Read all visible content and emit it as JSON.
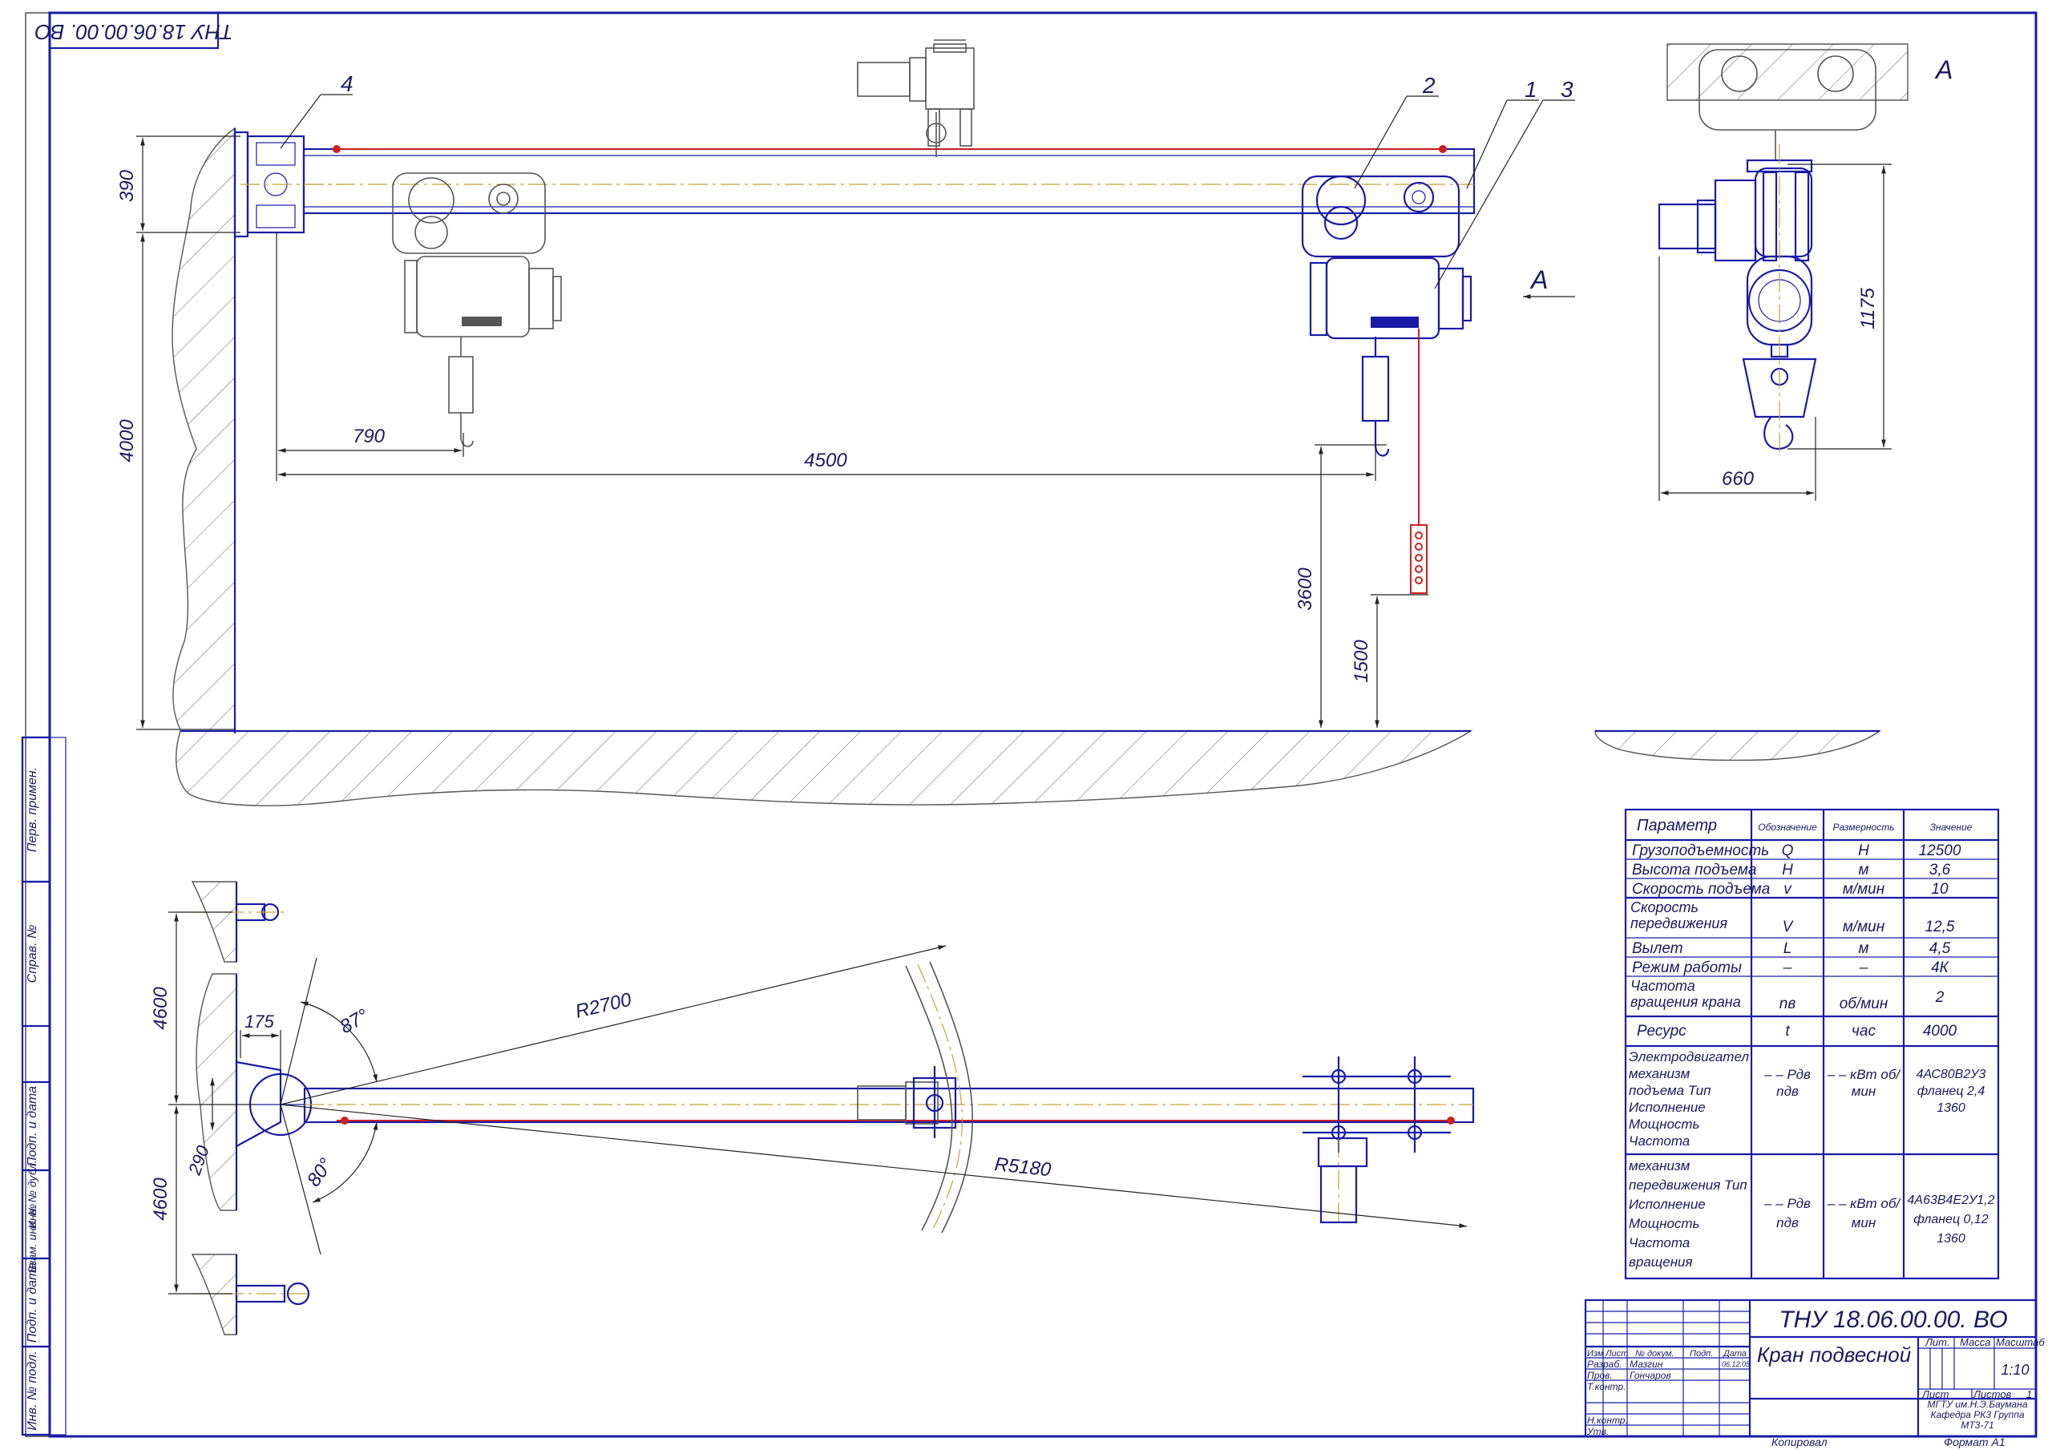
{
  "doc_code_rotated": "ТНУ 18.06.00.00. ВО",
  "callouts": [
    "1",
    "2",
    "3",
    "4"
  ],
  "section_letter": "А",
  "dimensions": {
    "d390": "390",
    "d4000": "4000",
    "d790": "790",
    "d4500": "4500",
    "d3600": "3600",
    "d1500": "1500",
    "d1175": "1175",
    "d660": "660",
    "d4600_top": "4600",
    "d4600_bottom": "4600",
    "d175": "175",
    "d290": "290",
    "r2700": "R2700",
    "r5180": "R5180",
    "a87": "87°",
    "a80": "80°"
  },
  "side_stamps": [
    "Перв. примен.",
    "Справ. №",
    "Подп. и дата",
    "Инв. № дубл.",
    "Взам. инв. №",
    "Подп. и дата",
    "Инв. № подл."
  ],
  "spec_table": {
    "headers": [
      "Параметр",
      "Обозначение",
      "Размерность",
      "Значение"
    ],
    "rows": [
      [
        "Грузоподъемность",
        "Q",
        "Н",
        "12500"
      ],
      [
        "Высота подъема",
        "Н",
        "м",
        "3,6"
      ],
      [
        "Скорость подъема",
        "v",
        "м/мин",
        "10"
      ],
      [
        "Скорость передвижения",
        "V",
        "м/мин",
        "12,5"
      ],
      [
        "Вылет",
        "L",
        "м",
        "4,5"
      ],
      [
        "Режим работы",
        "–",
        "–",
        "4К"
      ],
      [
        "Частота вращения крана",
        "nв",
        "об/мин",
        "2"
      ],
      [
        "Ресурс",
        "t",
        "час",
        "4000"
      ],
      [
        "Электродвигатель механизм подъема Тип Исполнение Мощность Частота вращения",
        "– – Рдв nдв",
        "– – кВт об/мин",
        "4АС80В2У3 фланец 2,4 1360"
      ],
      [
        "механизм передвижения Тип Исполнение Мощность Частота вращения",
        "– – Рдв nдв",
        "– – кВт об/мин",
        "4А63В4Е2У1,2 фланец 0,12 1360"
      ]
    ]
  },
  "title_block": {
    "doc_code": "ТНУ 18.06.00.00. ВО",
    "name": "Кран подвесной",
    "col_labels": [
      "Изм",
      "Лист",
      "№ докум.",
      "Подп.",
      "Дата"
    ],
    "date": "06.12.05",
    "roles": [
      "Разраб.",
      "Пров.",
      "Т.контр.",
      "Н.контр.",
      "Утв."
    ],
    "developer": "Мазгин",
    "checker": "Гончаров",
    "lit_label": "Лит.",
    "mass_label": "Масса",
    "scale_label": "Масштаб",
    "scale": "1:10",
    "sheet_label": "Лист",
    "sheets_label": "Листов",
    "sheets_value": "1",
    "org": "МГТУ им.Н.Э.Баумана Кафедра РК3 Группа МТ3-71",
    "copied": "Копировал",
    "format": "Формат А1"
  }
}
